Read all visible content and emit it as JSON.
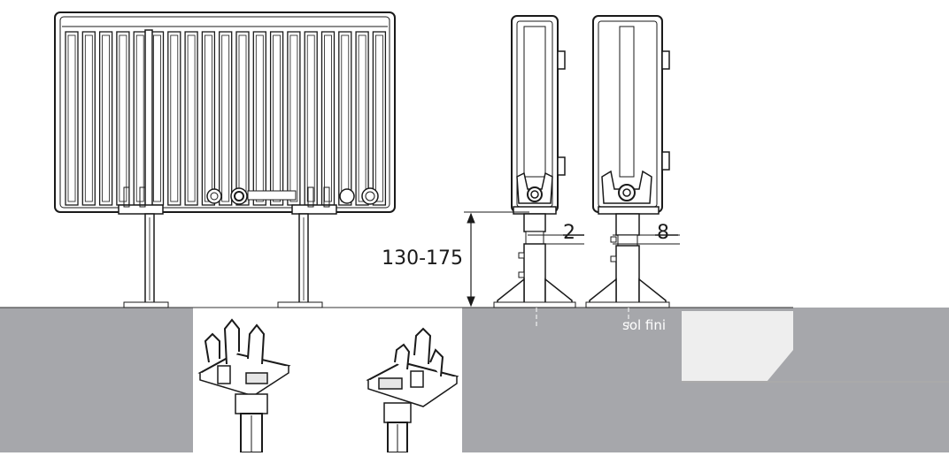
{
  "labels": {
    "height_range": "130-175",
    "gap_small": "2",
    "gap_large": "8",
    "floor_label": "sol fini"
  },
  "colors": {
    "floor_gray": "#a6a7ab",
    "light_gray": "#eeeeee",
    "line": "#1a1a1a",
    "background": "#ffffff"
  }
}
